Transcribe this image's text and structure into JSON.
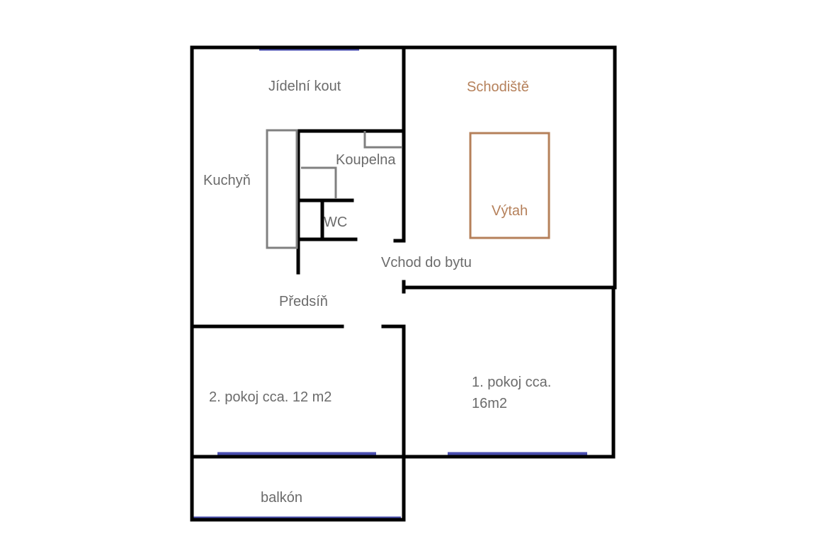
{
  "colors": {
    "wall": "#000000",
    "fixture": "#808080",
    "window": "#4a4fb0",
    "accent": "#b5805a",
    "text": "#6b6b6b"
  },
  "rooms": {
    "dining": "Jídelní kout",
    "stairs": "Schodiště",
    "bathroom": "Koupelna",
    "kitchen": "Kuchyň",
    "wc": "WC",
    "elevator": "Výtah",
    "entrance": "Vchod do bytu",
    "hall": "Předsíň",
    "room2": "2. pokoj cca. 12 m2",
    "room1_line1": "1. pokoj cca.",
    "room1_line2": "16m2",
    "balcony": "balkón"
  }
}
